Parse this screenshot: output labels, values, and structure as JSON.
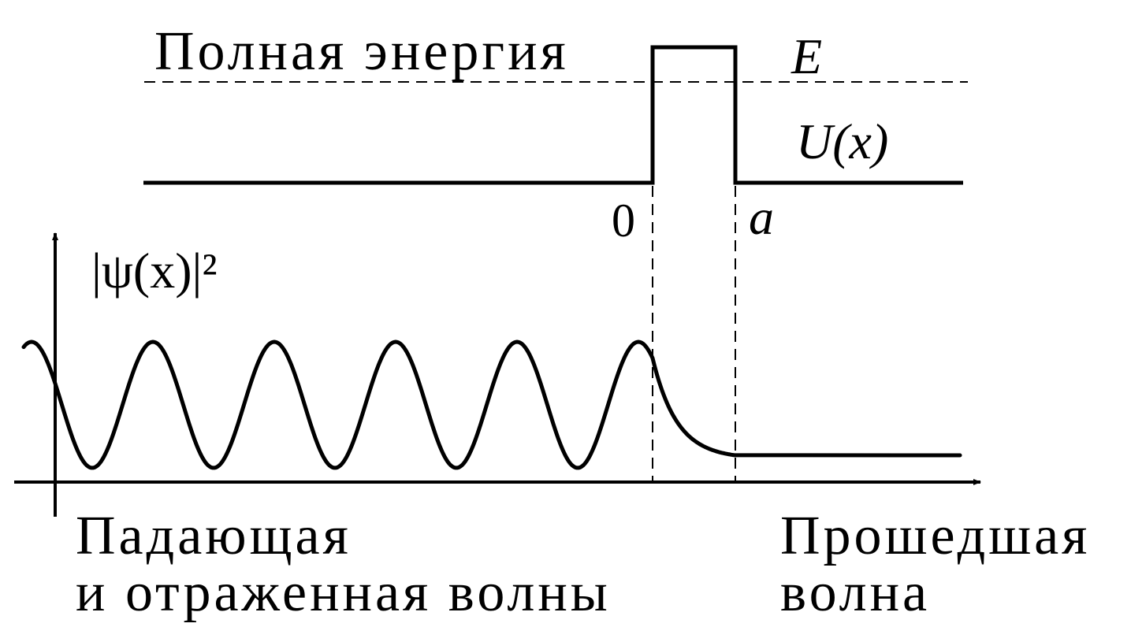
{
  "labels": {
    "total_energy": "Полная энергия",
    "energy_symbol": "E",
    "potential": "U(x)",
    "left_boundary": "0",
    "right_boundary": "a",
    "psi_squared": "|ψ(x)|²",
    "incident_reflected_line1": "Падающая",
    "incident_reflected_line2": "и отраженная волны",
    "transmitted_line1": "Прошедшая",
    "transmitted_line2": "волна"
  },
  "colors": {
    "ink": "#000000",
    "background": "#ffffff"
  }
}
